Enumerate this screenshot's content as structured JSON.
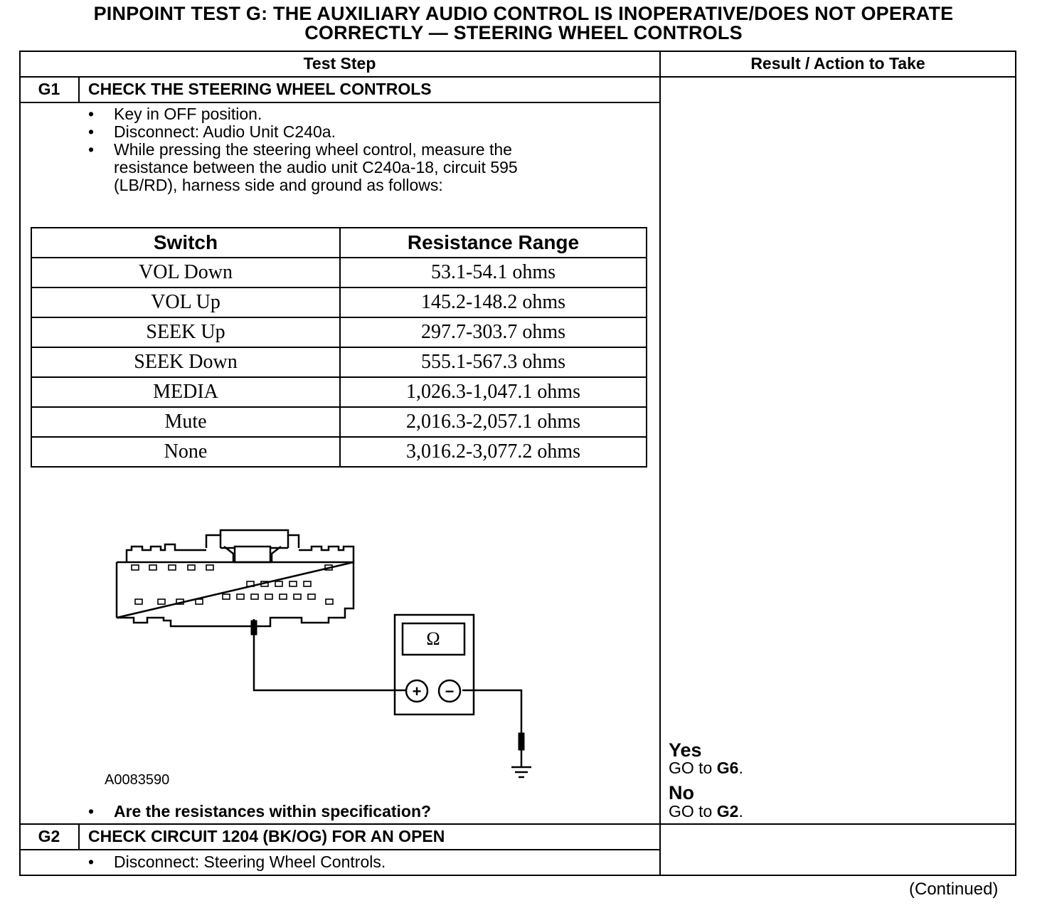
{
  "title": {
    "line1": "PINPOINT TEST G: THE AUXILIARY AUDIO CONTROL IS INOPERATIVE/DOES NOT OPERATE",
    "line2": "CORRECTLY — STEERING WHEEL CONTROLS"
  },
  "header": {
    "test_step": "Test Step",
    "result_action": "Result / Action to Take"
  },
  "g1": {
    "id": "G1",
    "heading": "CHECK THE STEERING WHEEL CONTROLS",
    "bullets": [
      "Key in OFF position.",
      "Disconnect: Audio Unit C240a.",
      "While pressing the steering wheel control, measure the resistance between the audio unit C240a-18, circuit 595 (LB/RD), harness side and ground as follows:"
    ],
    "bullet_lines": [
      "Key in OFF position.",
      "Disconnect: Audio Unit C240a.",
      "While pressing the steering wheel control, measure the",
      "resistance between the audio unit C240a-18, circuit 595",
      "(LB/RD), harness side and ground as follows:"
    ],
    "table": {
      "columns": [
        "Switch",
        "Resistance Range"
      ],
      "rows": [
        [
          "VOL Down",
          "53.1-54.1 ohms"
        ],
        [
          "VOL Up",
          "145.2-148.2 ohms"
        ],
        [
          "SEEK Up",
          "297.7-303.7 ohms"
        ],
        [
          "SEEK Down",
          "555.1-567.3 ohms"
        ],
        [
          "MEDIA",
          "1,026.3-1,047.1 ohms"
        ],
        [
          "Mute",
          "2,016.3-2,057.1 ohms"
        ],
        [
          "None",
          "3,016.2-3,077.2 ohms"
        ]
      ]
    },
    "figure_id": "A0083590",
    "meter_symbol": "Ω",
    "plus_symbol": "+",
    "minus_symbol": "−",
    "question": "Are the resistances within specification?",
    "results": {
      "yes_label": "Yes",
      "yes_prefix": "GO to ",
      "yes_target": "G6",
      "no_label": "No",
      "no_prefix": "GO to ",
      "no_target": "G2",
      "period": "."
    }
  },
  "g2": {
    "id": "G2",
    "heading": "CHECK CIRCUIT 1204 (BK/OG) FOR AN OPEN",
    "bullets": [
      "Disconnect: Steering Wheel Controls."
    ]
  },
  "bullet_char": "•",
  "continued": "(Continued)"
}
